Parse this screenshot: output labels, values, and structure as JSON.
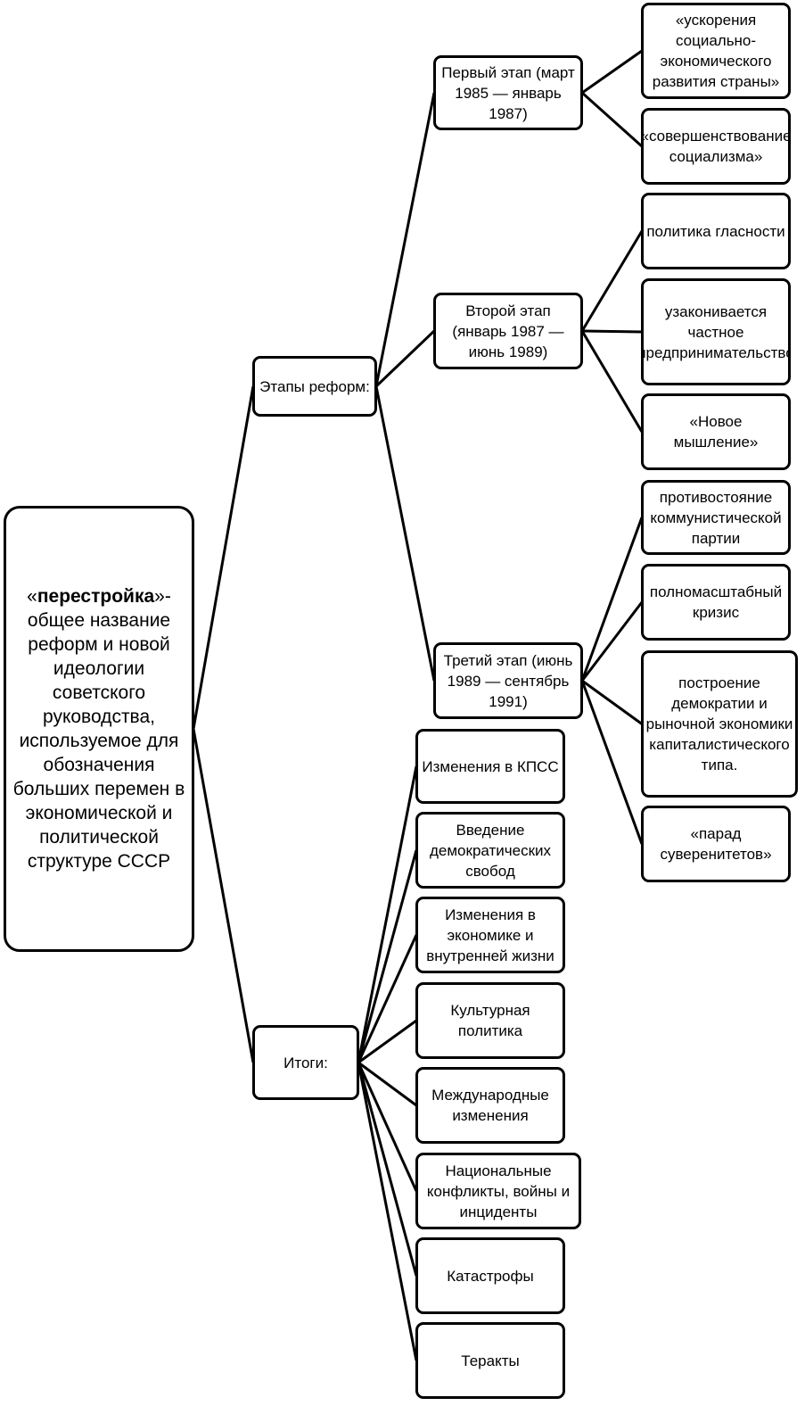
{
  "colors": {
    "stroke": "#000000",
    "fill": "#ffffff",
    "text": "#000000"
  },
  "root": {
    "bold": "перестройка",
    "open_quote": "«",
    "close_quote": "»",
    "rest": "- общее название реформ и новой идеологии советского руководства, используемое для обозначения больших перемен в экономической и политической структуре СССР"
  },
  "stages_node": {
    "label": "Этапы реформ:"
  },
  "results_node": {
    "label": "Итоги:"
  },
  "stages": [
    {
      "label": "Первый этап (март 1985 — январь 1987)",
      "items": [
        "«ускорения социально-экономического развития страны»",
        "«совершенствование социализма»"
      ]
    },
    {
      "label": "Второй этап (январь 1987 — июнь 1989)",
      "items": [
        "политика гласности",
        "узаконивается частное предпринимательство",
        "«Новое мышление»"
      ]
    },
    {
      "label": "Третий этап (июнь 1989 — сентябрь 1991)",
      "items": [
        "противостояние коммунистической партии",
        "полномасштабный кризис",
        "построение демократии и рыночной экономики капиталистического типа.",
        "«парад суверенитетов»"
      ]
    }
  ],
  "results": [
    "Изменения в КПСС",
    "Введение демократических свобод",
    "Изменения в экономике и внутренней жизни",
    "Культурная политика",
    "Международные изменения",
    "Национальные конфликты, войны и инциденты",
    "Катастрофы",
    "Теракты"
  ]
}
